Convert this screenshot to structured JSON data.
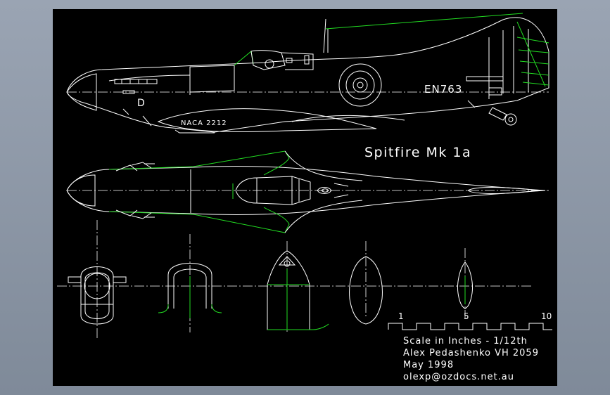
{
  "drawing": {
    "title": "Spitfire Mk 1a",
    "serial": "EN763",
    "aircraft_code": "D",
    "airfoil": "NACA 2212",
    "scale": {
      "ticks": [
        "1",
        "5",
        "10"
      ],
      "caption": "Scale in Inches - 1/12th"
    },
    "credits": {
      "author": "Alex Pedashenko VH 2059",
      "date": "May 1998",
      "email": "olexp@ozdocs.net.au"
    },
    "colors": {
      "background": "#000000",
      "outline": "#ffffff",
      "accent": "#22dd22"
    }
  }
}
